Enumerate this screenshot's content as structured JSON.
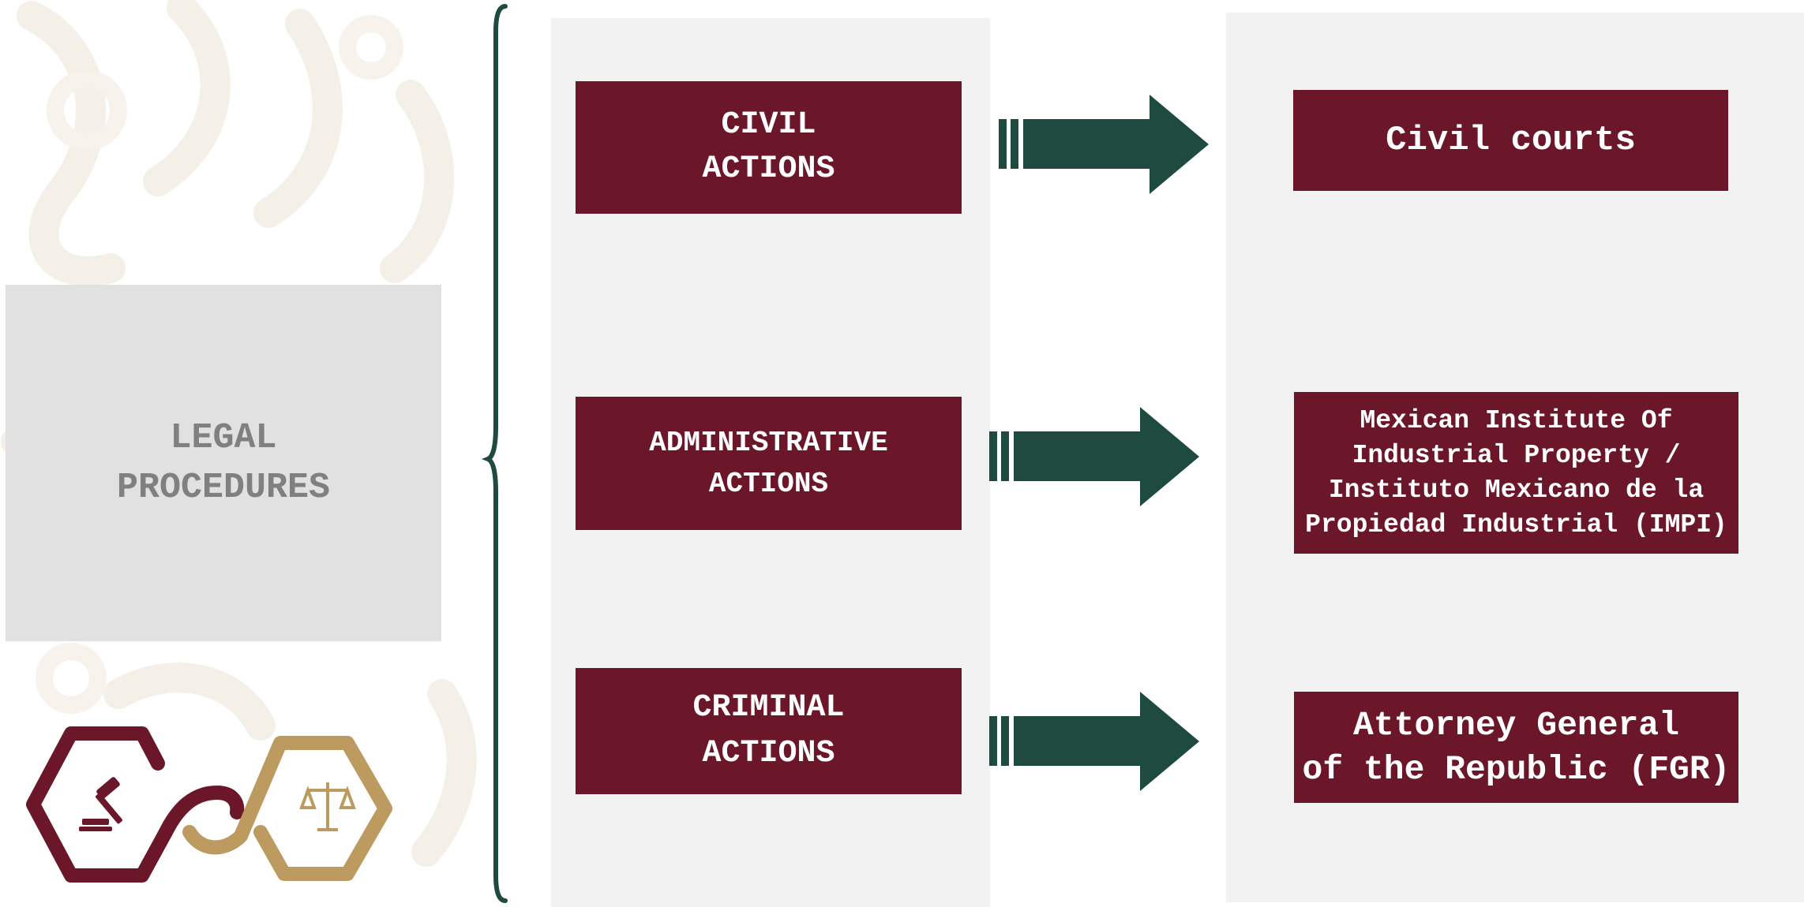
{
  "title": "LEGAL\nPROCEDURES",
  "actions": [
    {
      "label": "CIVIL\nACTIONS"
    },
    {
      "label": "ADMINISTRATIVE\nACTIONS"
    },
    {
      "label": "CRIMINAL\nACTIONS"
    }
  ],
  "destinations": [
    {
      "label": "Civil courts"
    },
    {
      "label": "Mexican Institute Of\nIndustrial Property /\nInstituto Mexicano de la\nPropiedad Industrial (IMPI)"
    },
    {
      "label": "Attorney General\nof the Republic (FGR)"
    }
  ],
  "colors": {
    "maroon": "#6b1729",
    "green": "#1e4a3f",
    "gold": "#bd9a5f",
    "panel": "#f2f2f2",
    "legal_box": "#e1e1e1"
  },
  "icons": [
    "gavel-icon",
    "scales-icon"
  ]
}
